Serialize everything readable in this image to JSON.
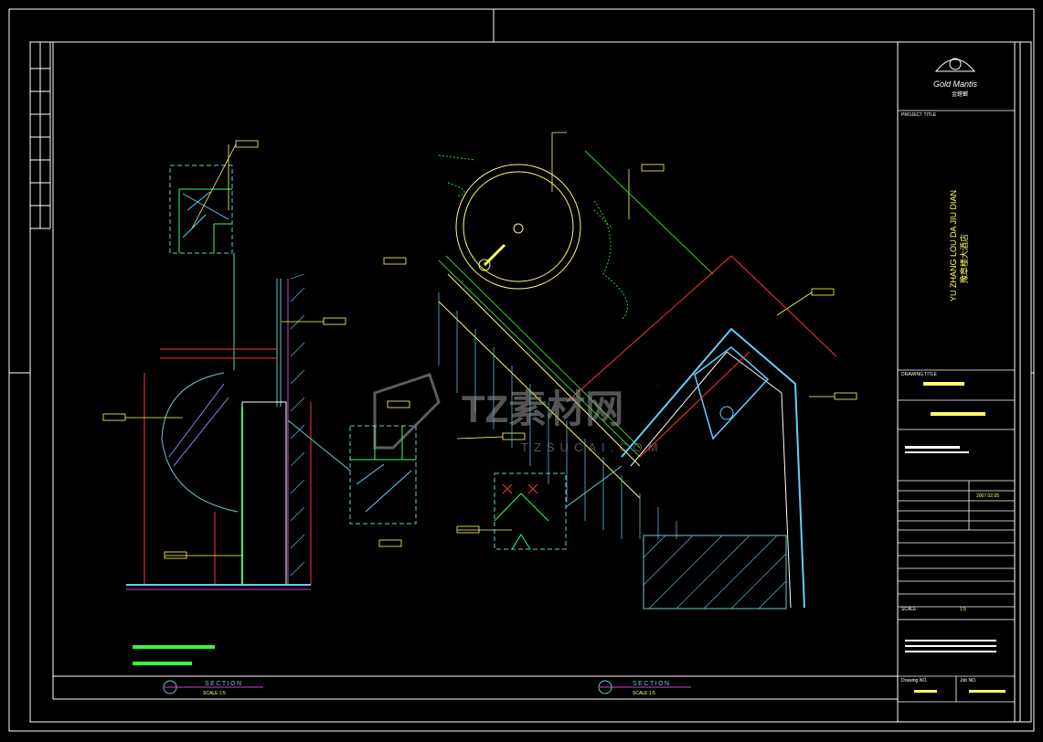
{
  "title_block": {
    "logo_text": "Gold Mantis",
    "logo_text_cn": "金螳螂",
    "project_title_label": "PROJECT TITLE",
    "project_name_en": "YU ZHANG LOU DA JIU DIAN",
    "project_name_cn": "豫章楼大酒店",
    "drawing_title_label": "DRAWING TITLE",
    "date_value": "2007.02.05",
    "scale_label": "SCALE",
    "scale_value": "1:5",
    "drawing_no_label": "Drawing NO.",
    "job_no_label": "Job NO."
  },
  "sections": [
    {
      "title": "SECTION",
      "scale": "SCALE 1:5"
    },
    {
      "title": "SECTION",
      "scale": "SCALE 1:5"
    }
  ],
  "watermark": {
    "main": "TZ素材网",
    "sub": "TZSUCAI.COM"
  },
  "colors": {
    "background": "#000000",
    "frame": "#ffffff",
    "annotation": "#ffff66",
    "dimension": "#ff3333",
    "hatch": "#66ccff",
    "vegetation": "#33cc33"
  }
}
